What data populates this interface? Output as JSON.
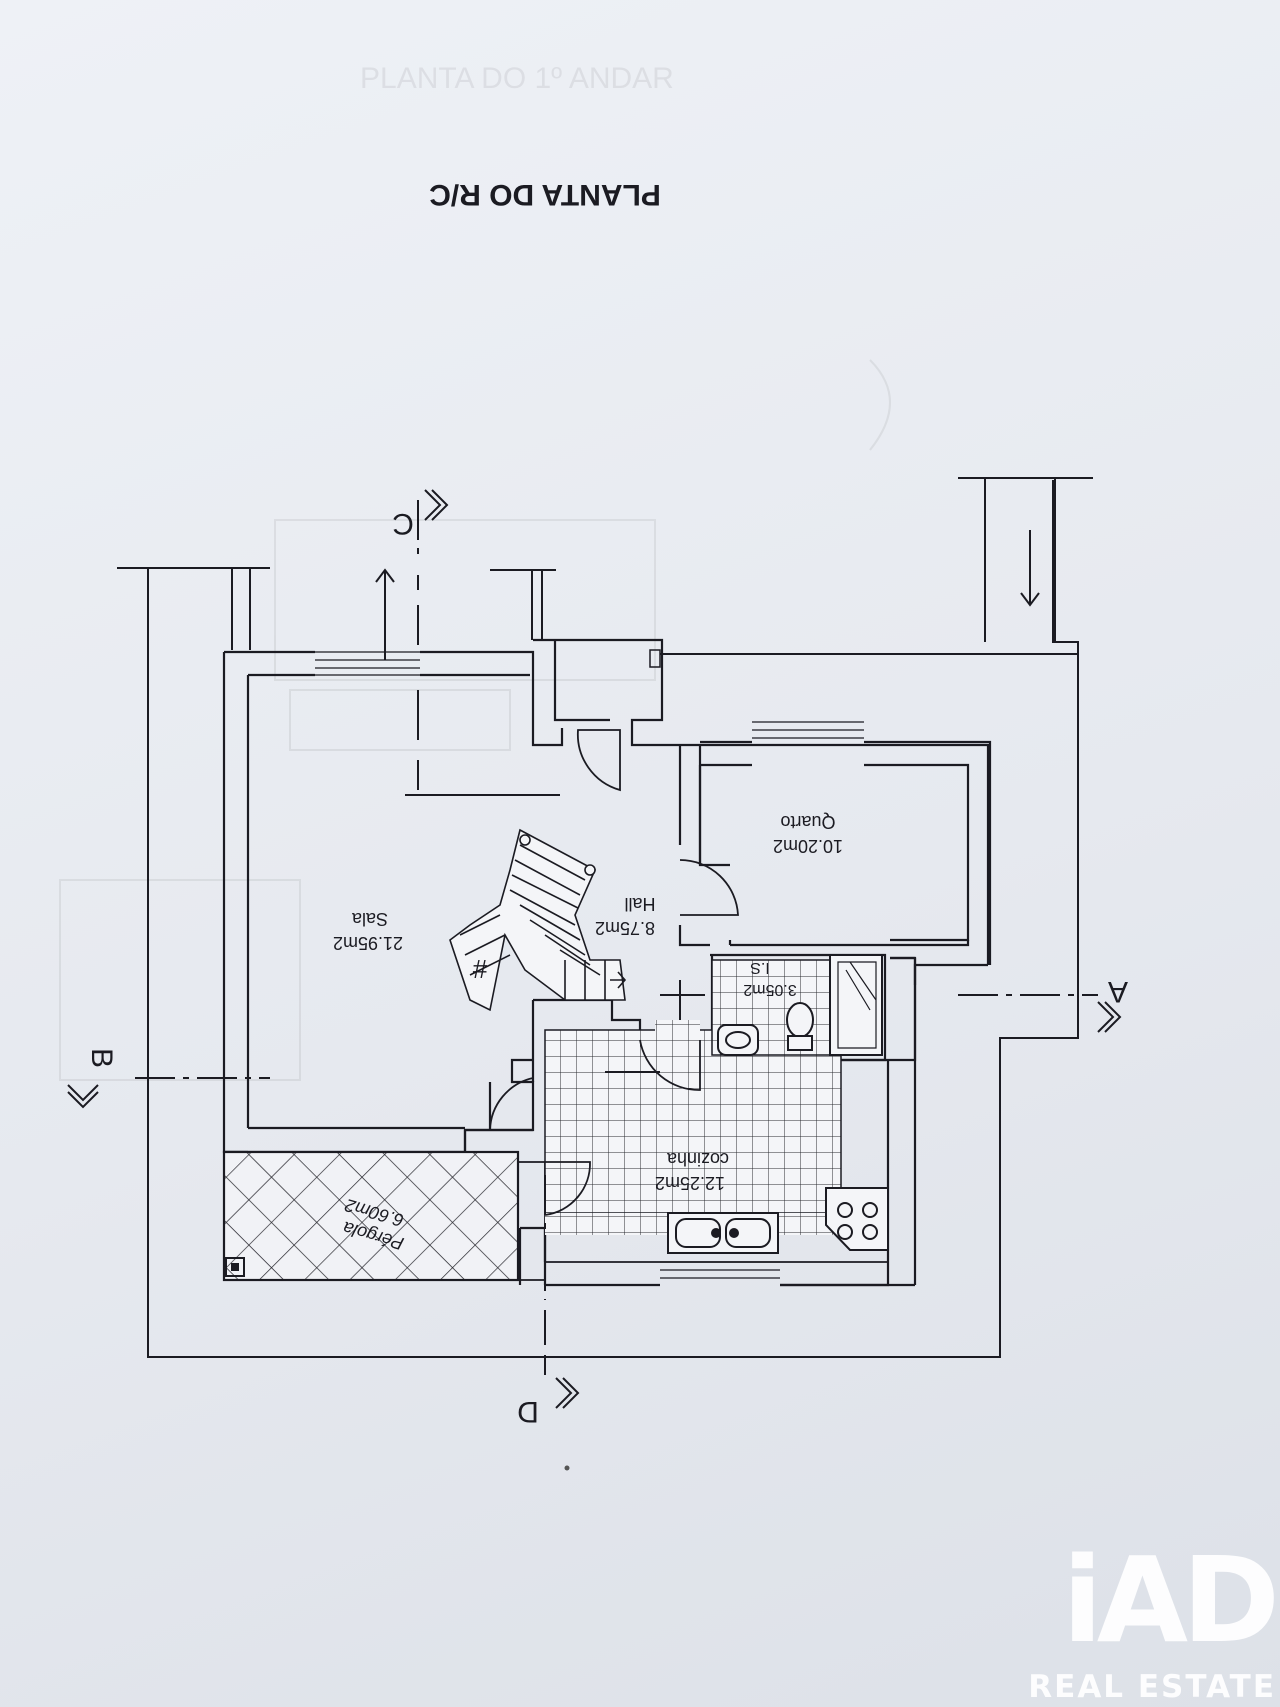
{
  "plan": {
    "title": "PLANTA DO R/C",
    "sections": {
      "a": "A",
      "b": "B",
      "c": "C",
      "d": "D"
    },
    "rooms": {
      "sala": {
        "name": "Sala",
        "area": "21.95m2"
      },
      "hall": {
        "name": "Hall",
        "area": "8.75m2"
      },
      "quarto": {
        "name": "Quarto",
        "area": "10.20m2"
      },
      "is": {
        "name": "I.S",
        "area": "3.05m2"
      },
      "cozinha": {
        "name": "cozinha",
        "area": "12.25m2"
      },
      "pergola": {
        "name": "Pérgola",
        "area": "6.60m2"
      }
    },
    "stair_symbol": "#"
  },
  "watermark": {
    "logo": "iAD",
    "subtitle": "REAL ESTATE"
  }
}
